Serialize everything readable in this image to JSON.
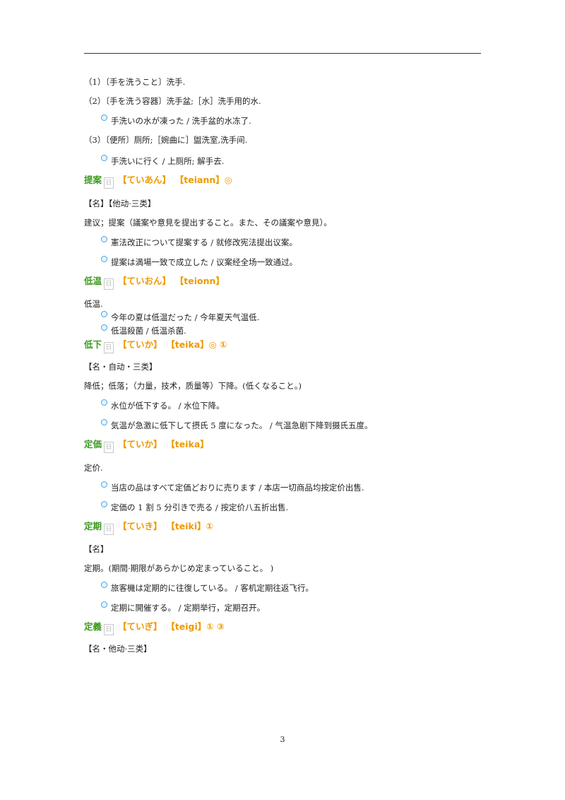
{
  "lines": [
    {
      "kind": "text",
      "text": "（1）〔手を洗うこと〕洗手.",
      "mt": 13
    },
    {
      "kind": "text",
      "text": "（2）〔手を洗う容器〕洗手盆;［水］洗手用的水.",
      "mt": 13
    },
    {
      "kind": "ex",
      "text": "手洗いの水が凍った / 洗手盆的水冻了.",
      "mt": 14
    },
    {
      "kind": "text",
      "text": "（3）〔便所〕厕所;［婉曲に］盥洗室,洗手间.",
      "mt": 13
    },
    {
      "kind": "ex",
      "text": "手洗いに行く / 上厕所; 解手去.",
      "mt": 16
    },
    {
      "kind": "head",
      "headword": "提案",
      "reading": "【ていあん】",
      "romaji": "【teiann】◎",
      "mt": 12
    },
    {
      "kind": "text",
      "text": "【名】【他动·三类】",
      "mt": 14
    },
    {
      "kind": "text",
      "text": "建议；提案（議案や意見を提出すること。また、その議案や意見）。",
      "mt": 13
    },
    {
      "kind": "ex",
      "text": "憲法改正について提案する / 就修改宪法提出议案。",
      "mt": 14
    },
    {
      "kind": "ex",
      "text": "提案は満場一致で成立した / 议案经全场一致通过。",
      "mt": 14
    },
    {
      "kind": "head",
      "headword": "低温",
      "reading": "【ていおん】",
      "romaji": "【teionn】",
      "mt": 12
    },
    {
      "kind": "text",
      "text": "低温.",
      "mt": 13
    },
    {
      "kind": "ex",
      "text": "今年の夏は低温だった / 今年夏天气温低.",
      "mt": 5
    },
    {
      "kind": "ex",
      "text": "低温殺菌 / 低温杀菌.",
      "mt": 5
    },
    {
      "kind": "head",
      "headword": "低下",
      "reading": "【ていか】",
      "romaji": "【teika】◎ ①",
      "mt": 5
    },
    {
      "kind": "text",
      "text": "【名・自动・三类】",
      "mt": 12
    },
    {
      "kind": "text",
      "text": "降低；低落；（力量，技术，质量等）下降。(低くなること。)",
      "mt": 13
    },
    {
      "kind": "ex",
      "text": "水位が低下する。 / 水位下降。",
      "mt": 14
    },
    {
      "kind": "ex",
      "text": "気温が急激に低下して摂氏 5 度になった。 / 气温急剧下降到摄氏五度。",
      "mt": 14
    },
    {
      "kind": "head",
      "headword": "定価",
      "reading": "【ていか】",
      "romaji": "【teika】",
      "mt": 12
    },
    {
      "kind": "text",
      "text": "定价.",
      "mt": 14
    },
    {
      "kind": "ex",
      "text": "当店の品はすべて定価どおりに売ります / 本店一切商品均按定价出售.",
      "mt": 14
    },
    {
      "kind": "ex",
      "text": "定価の 1 割 5 分引きで売る / 按定价八五折出售.",
      "mt": 14
    },
    {
      "kind": "head",
      "headword": "定期",
      "reading": "【ていき】",
      "romaji": "【teiki】①",
      "mt": 12
    },
    {
      "kind": "text",
      "text": "【名】",
      "mt": 13
    },
    {
      "kind": "text",
      "text": "定期。(期間·期限があらかじめ定まっていること。 )",
      "mt": 13
    },
    {
      "kind": "ex",
      "text": "旅客機は定期的に往復している。 / 客机定期往返飞行。",
      "mt": 14
    },
    {
      "kind": "ex",
      "text": "定期に開催する。 / 定期举行，定期召开。",
      "mt": 14
    },
    {
      "kind": "head",
      "headword": "定義",
      "reading": "【ていぎ】",
      "romaji": "【teigi】① ③",
      "mt": 12
    },
    {
      "kind": "text",
      "text": "【名・他动·三类】",
      "mt": 12
    }
  ],
  "badge_label": "日",
  "page_number": "3"
}
